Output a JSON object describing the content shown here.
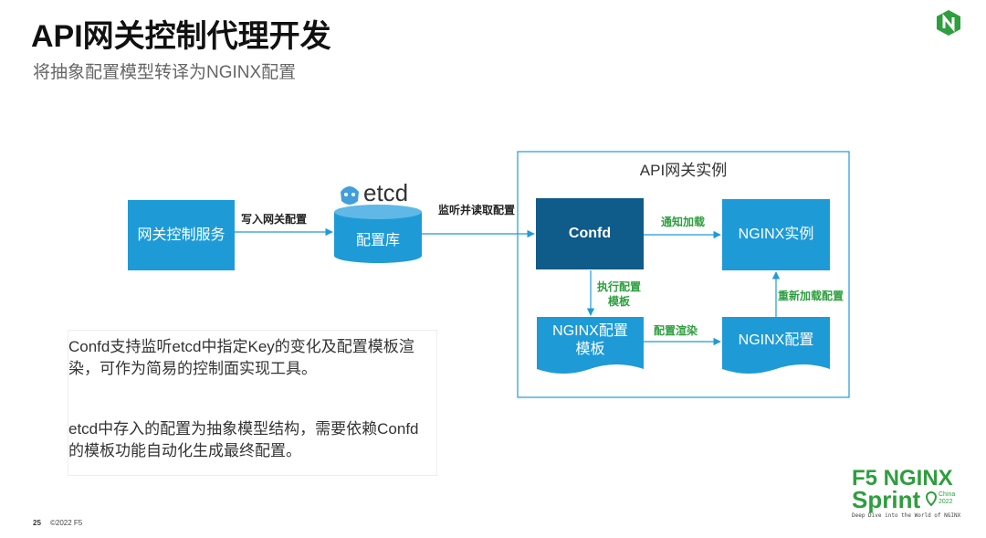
{
  "slide": {
    "title": "API网关控制代理开发",
    "subtitle": "将抽象配置模型转译为NGINX配置"
  },
  "diagram": {
    "group_label": "API网关实例",
    "etcd_logo_text": "etcd",
    "nodes": {
      "gateway_service": "网关控制服务",
      "config_store": "配置库",
      "confd": "Confd",
      "nginx_instance": "NGINX实例",
      "nginx_template": "NGINX配置模板",
      "nginx_config": "NGINX配置"
    },
    "edges": {
      "write_config": "写入网关配置",
      "watch_read": "监听并读取配置",
      "notify_load": "通知加载",
      "exec_template": "执行配置模板",
      "render_config": "配置渲染",
      "reload_config": "重新加载配置"
    }
  },
  "notes": [
    "Confd支持监听etcd中指定Key的变化及配置模板渲染，可作为简易的控制面实现工具。",
    "etcd中存入的配置为抽象模型结构，需要依赖Confd的模板功能自动化生成最终配置。"
  ],
  "footer": {
    "page_number": "25",
    "copyright": "©2022 F5"
  },
  "brand": {
    "line1": "F5 NGINX",
    "line2": "Sprint",
    "location": "China",
    "year": "2022",
    "tagline": "Deep Dive into the World of NGINX"
  },
  "colors": {
    "box_blue": "#1e9bd7",
    "box_dark": "#0f5b8a",
    "edge_green": "#2e9e3e",
    "line_blue": "#1e9bd7"
  }
}
